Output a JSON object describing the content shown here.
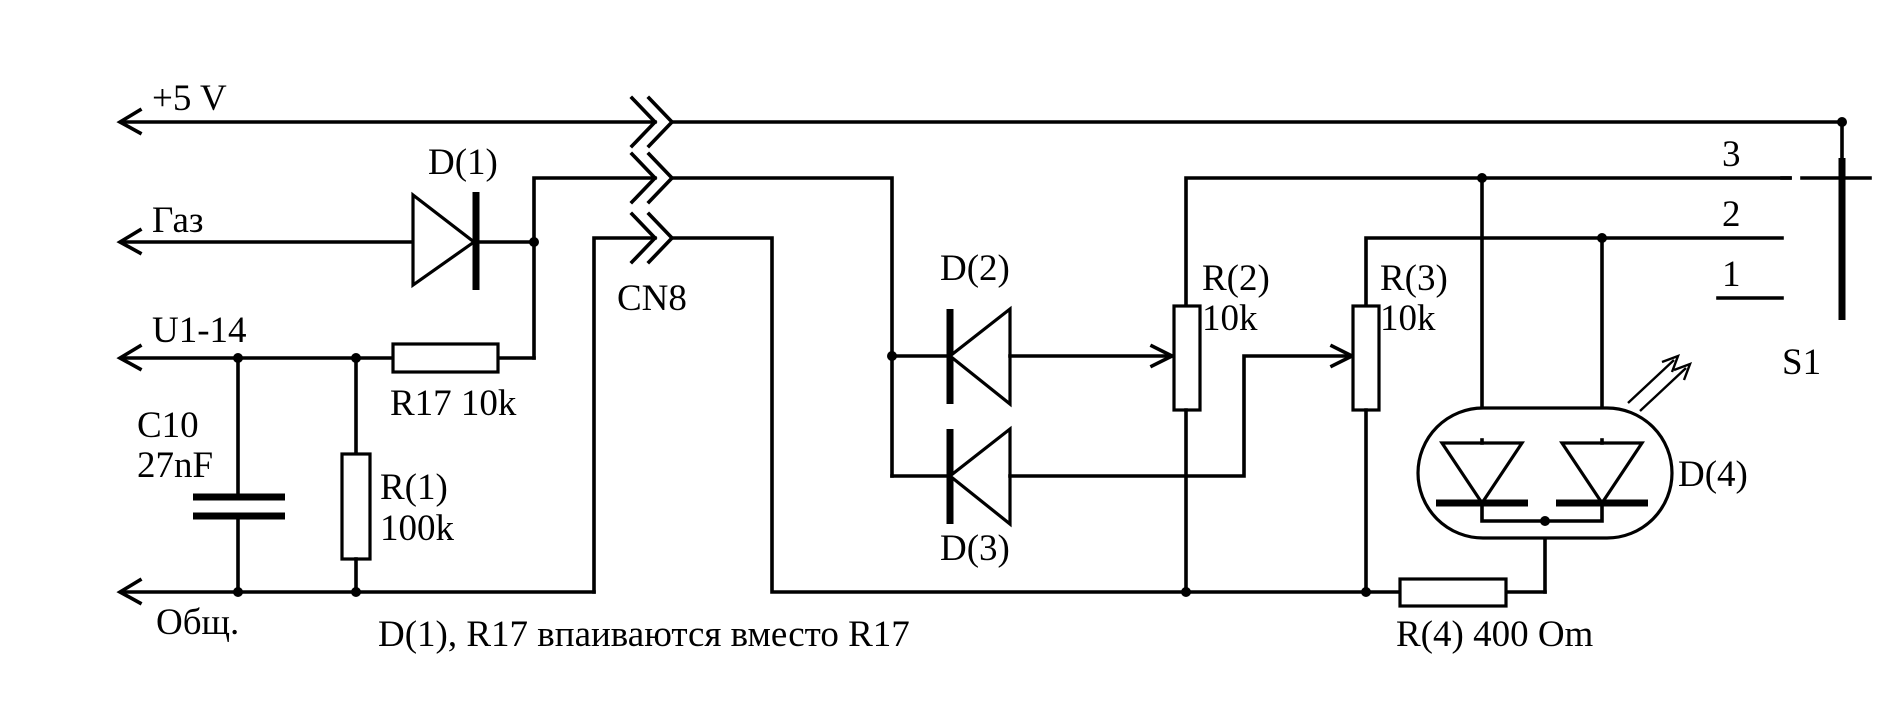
{
  "nets": {
    "plus5v": "+5 V",
    "gas": "Газ",
    "u1_14": "U1-14",
    "common": "Общ."
  },
  "connector": {
    "name": "CN8"
  },
  "components": {
    "d1": "D(1)",
    "d2": "D(2)",
    "d3": "D(3)",
    "d4": "D(4)",
    "r17": "R17 10k",
    "r1_name": "R(1)",
    "r1_value": "100k",
    "r2_name": "R(2)",
    "r2_value": "10k",
    "r3_name": "R(3)",
    "r3_value": "10k",
    "r4": "R(4) 400 Om",
    "c10_name": "C10",
    "c10_value": "27nF"
  },
  "switch": {
    "name": "S1",
    "positions": [
      "3",
      "2",
      "1"
    ]
  },
  "note": "D(1), R17 впаиваются вместо R17"
}
